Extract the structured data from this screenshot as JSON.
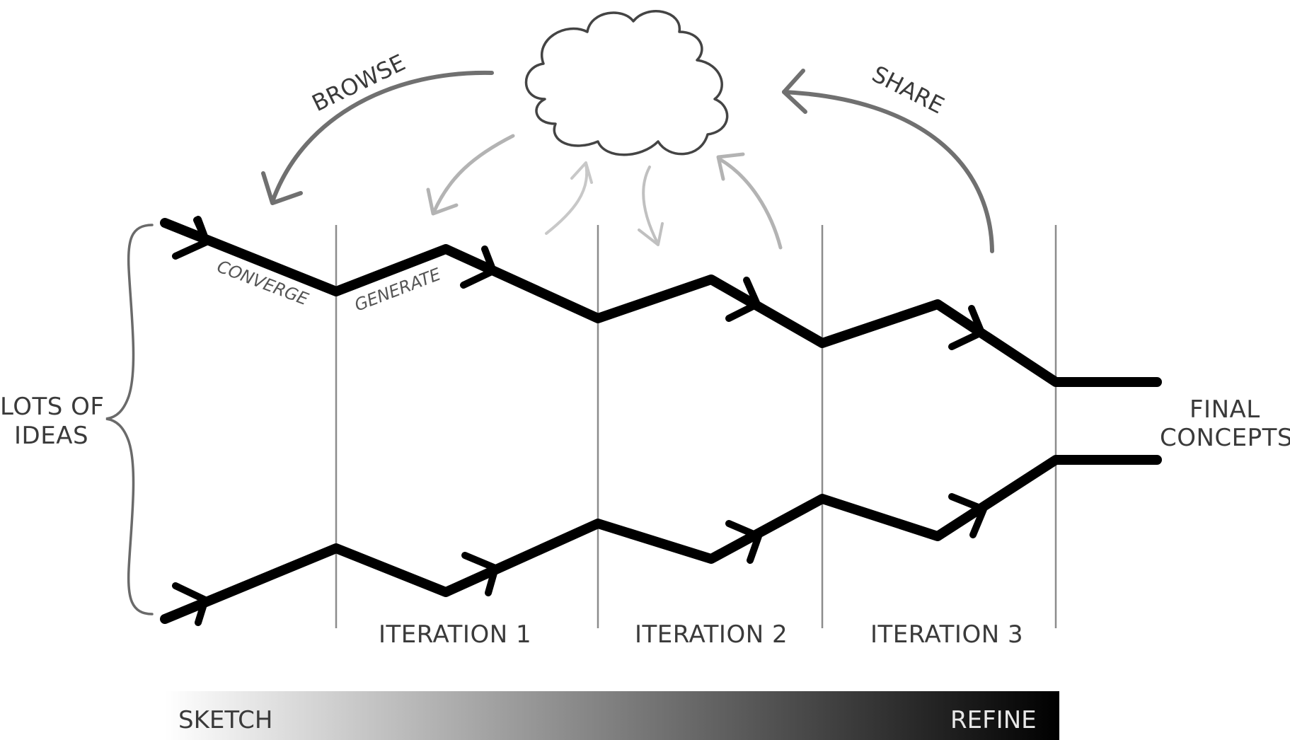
{
  "labels": {
    "browse": "BROWSE",
    "share": "SHARE",
    "converge": "CONVERGE",
    "generate": "GENERATE",
    "lots_of_ideas_line1": "LOTS OF",
    "lots_of_ideas_line2": "IDEAS",
    "final_concepts_line1": "FINAL",
    "final_concepts_line2": "CONCEPTS",
    "iteration_1": "ITERATION 1",
    "iteration_2": "ITERATION 2",
    "iteration_3": "ITERATION 3"
  },
  "scale_bar": {
    "left_label": "SKETCH",
    "right_label": "REFINE",
    "gradient_start": "#ffffff",
    "gradient_end": "#000000"
  },
  "colors": {
    "main_path": "#000000",
    "dividers": "#8c8c8c",
    "arc_dark": "#707070",
    "arc_light": "#b3b3b3",
    "arc_lighter": "#c8c8c8",
    "brace": "#6a6a6a"
  }
}
